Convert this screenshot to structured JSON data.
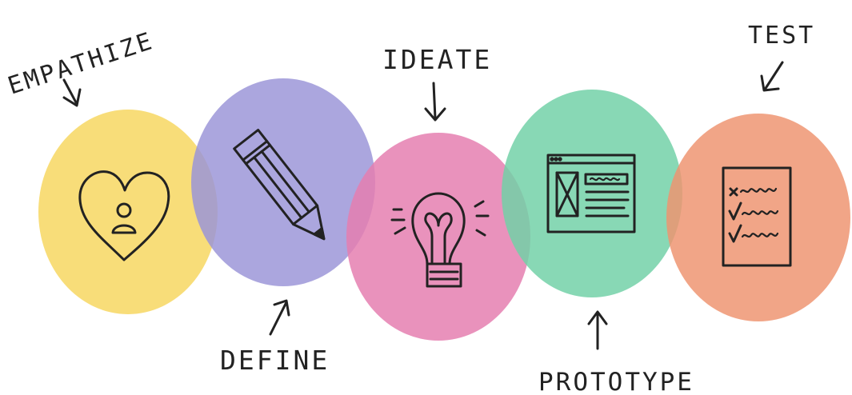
{
  "stages": [
    {
      "label": "EMPATHIZE",
      "icon": "heart-person-icon",
      "color": "#f7d96a"
    },
    {
      "label": "DEFINE",
      "icon": "pencil-icon",
      "color": "#9c97d8"
    },
    {
      "label": "IDEATE",
      "icon": "lightbulb-icon",
      "color": "#e57fb0"
    },
    {
      "label": "PROTOTYPE",
      "icon": "wireframe-window-icon",
      "color": "#73d1a8"
    },
    {
      "label": "TEST",
      "icon": "checklist-icon",
      "color": "#ef9572"
    }
  ]
}
